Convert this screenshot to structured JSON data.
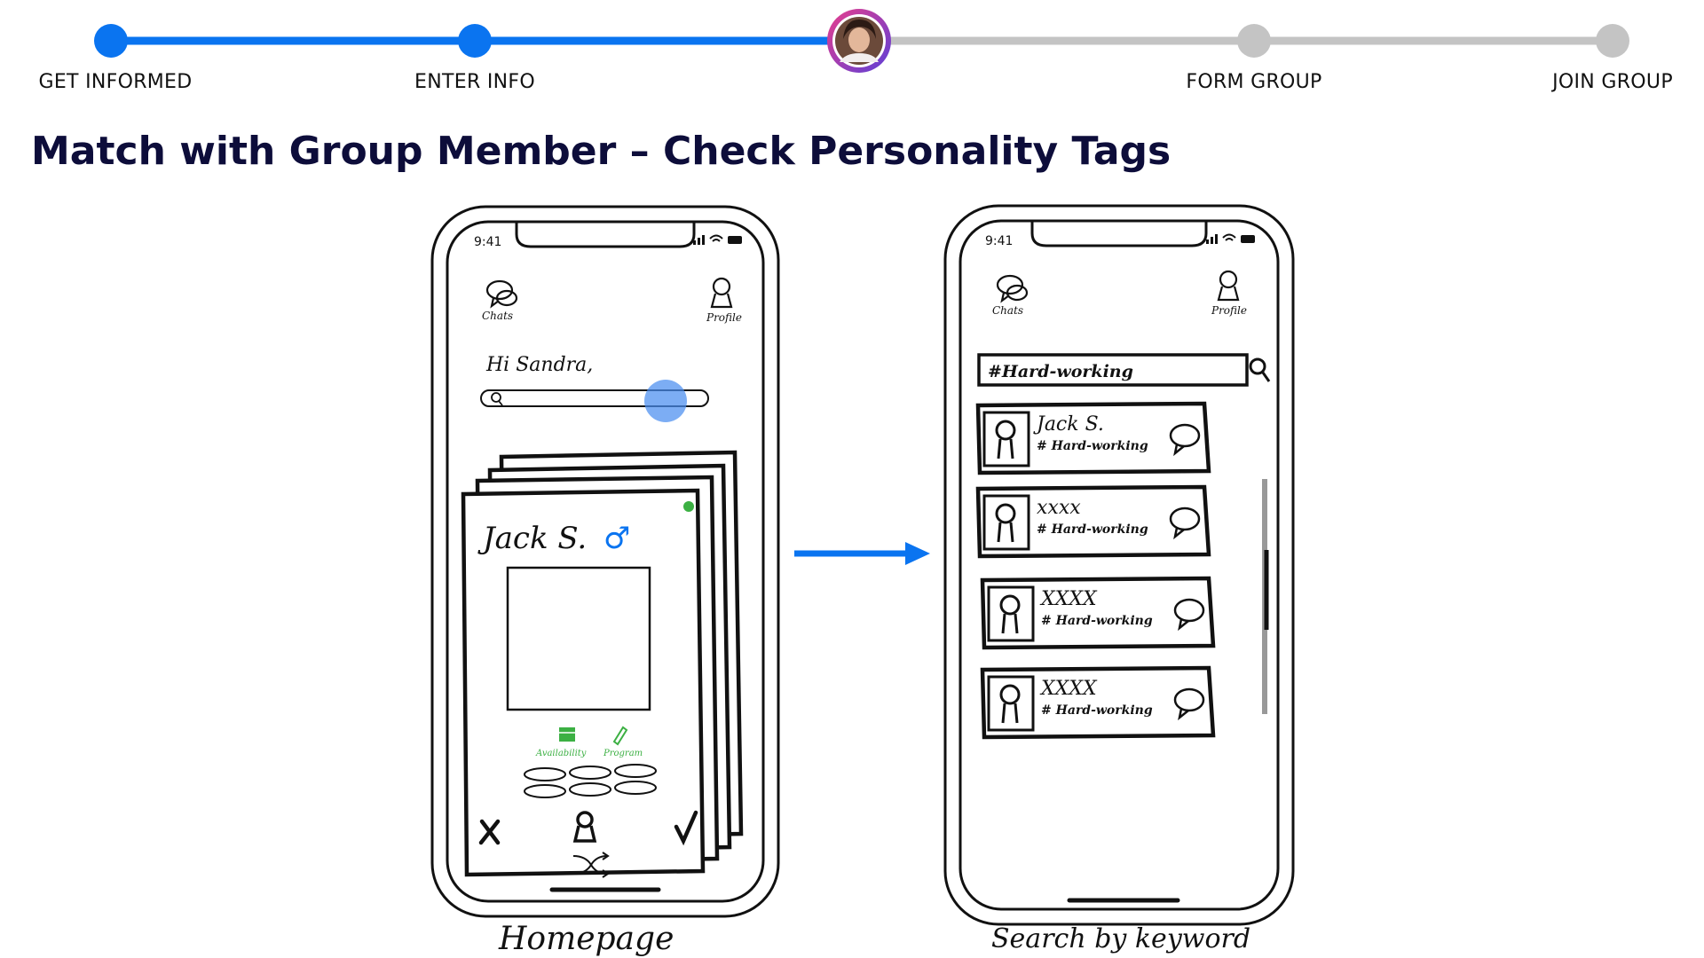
{
  "progress": {
    "steps": [
      {
        "label": "GET INFORMED",
        "state": "done"
      },
      {
        "label": "ENTER INFO",
        "state": "done"
      },
      {
        "label": "",
        "state": "current"
      },
      {
        "label": "FORM GROUP",
        "state": "todo"
      },
      {
        "label": "JOIN GROUP",
        "state": "todo"
      }
    ],
    "colors": {
      "done": "#0a74f0",
      "todo": "#c4c4c4",
      "ring_a": "#e83e8c",
      "ring_b": "#5b3fd8"
    }
  },
  "page_title": "Match with Group Member – Check Personality Tags",
  "homepage": {
    "caption": "Homepage",
    "status_time": "9:41",
    "chats_label": "Chats",
    "profile_label": "Profile",
    "greeting": "Hi Sandra,",
    "card_name": "Jack S.",
    "gender_symbol": "♂",
    "availability_label": "Availability",
    "program_label": "Program"
  },
  "search_screen": {
    "caption": "Search by keyword",
    "status_time": "9:41",
    "chats_label": "Chats",
    "profile_label": "Profile",
    "search_value": "#Hard-working",
    "results": [
      {
        "name": "Jack S.",
        "tag": "# Hard-working"
      },
      {
        "name": "xxxx",
        "tag": "# Hard-working"
      },
      {
        "name": "XXXX",
        "tag": "# Hard-working"
      },
      {
        "name": "XXXX",
        "tag": "# Hard-working"
      }
    ]
  },
  "accent_green": "#3cb043",
  "accent_blue": "#0a74f0"
}
